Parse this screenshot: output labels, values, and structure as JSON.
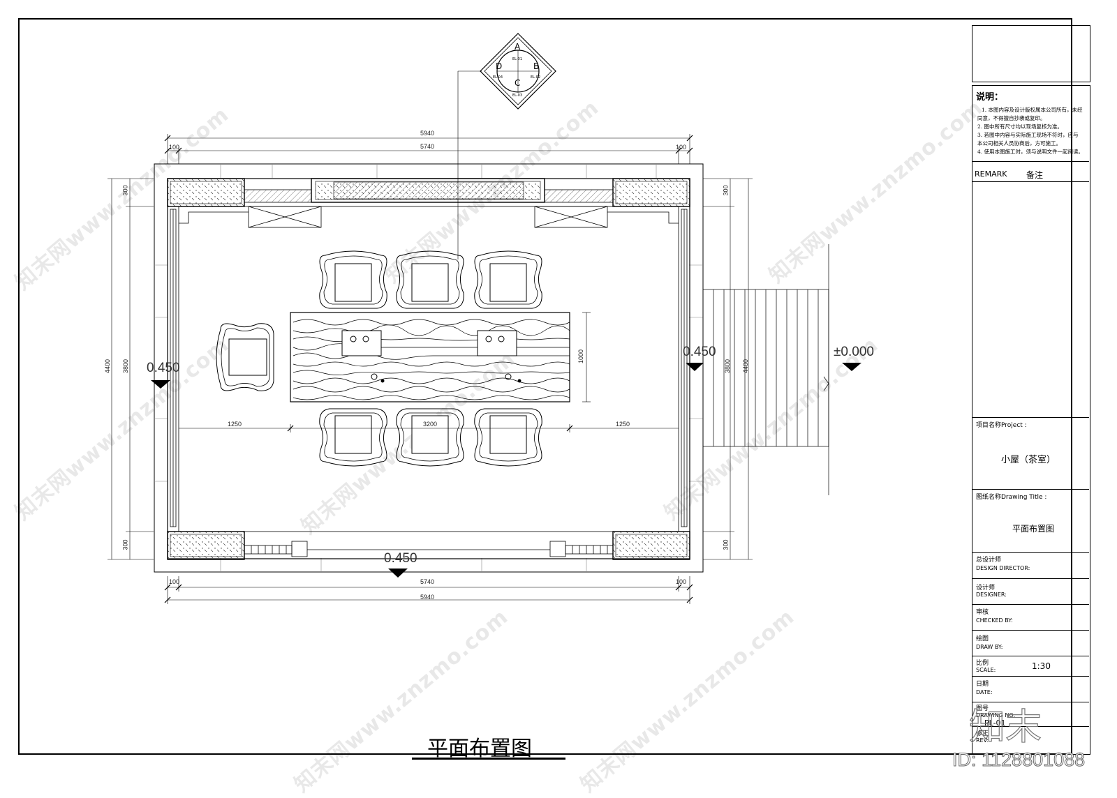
{
  "elevation_index": {
    "top": "A",
    "right": "B",
    "bottom": "C",
    "left": "D",
    "top_ref": "EL-01",
    "right_ref": "EL-02",
    "bottom_ref": "EL-03",
    "left_ref": "EL-04"
  },
  "dimensions": {
    "top_total": "5940",
    "top_inner": "5740",
    "top_left_wall": "100",
    "top_right_wall": "100",
    "bottom_total": "5940",
    "bottom_inner": "5740",
    "bottom_left_wall": "100",
    "bottom_right_wall": "100",
    "left_total": "4400",
    "left_inner": "3800",
    "left_top_wall": "300",
    "left_bottom_wall": "300",
    "right_total": "4400",
    "right_inner": "3800",
    "right_top_wall": "300",
    "right_bottom_wall": "300",
    "table_left_gap": "1250",
    "table_length": "3200",
    "table_right_gap": "1250",
    "table_width": "1000"
  },
  "levels": {
    "left": "0.450",
    "right": "0.450",
    "bottom": "0.450",
    "outside": "±0.000"
  },
  "drawing_title": "平面布置图",
  "title_block": {
    "notes_heading": "说明：",
    "notes": [
      "1. 本图内容及设计版权属本公司所有，未经",
      "同意，不得擅自抄袭或复印。",
      "2. 图中所有尺寸均以现场复核为准。",
      "3. 若图中内容与实际施工现场不符时，应与",
      "本公司相关人员协商后，方可施工。",
      "4. 使用本图施工时，须与说明文件一起阅读。"
    ],
    "remark_label": "REMARK",
    "remark_cn": "备注",
    "project_label": "项目名称Project :",
    "project_name": "小屋（茶室）",
    "drawing_title_label": "图纸名称Drawing Title :",
    "drawing_title_value": "平面布置图",
    "director_cn": "总设计师",
    "director_en": "DESIGN DIRECTOR:",
    "designer_cn": "设计师",
    "designer_en": "DESIGNER:",
    "checked_cn": "审核",
    "checked_en": "CHECKED BY:",
    "draw_cn": "绘图",
    "draw_en": "DRAW BY:",
    "scale_cn": "比例",
    "scale_en": "SCALE:",
    "scale_value": "1:30",
    "date_cn": "日期",
    "date_en": "DATE:",
    "drawing_no_cn": "图号",
    "drawing_no_en": "DRAWING NO:",
    "drawing_no_value": "PL-01",
    "rev_cn": "修正",
    "rev_en": "REV:"
  },
  "watermark": {
    "text": "知末网www.znzmo.com",
    "logo": "知末",
    "id": "ID: 1128801088"
  }
}
